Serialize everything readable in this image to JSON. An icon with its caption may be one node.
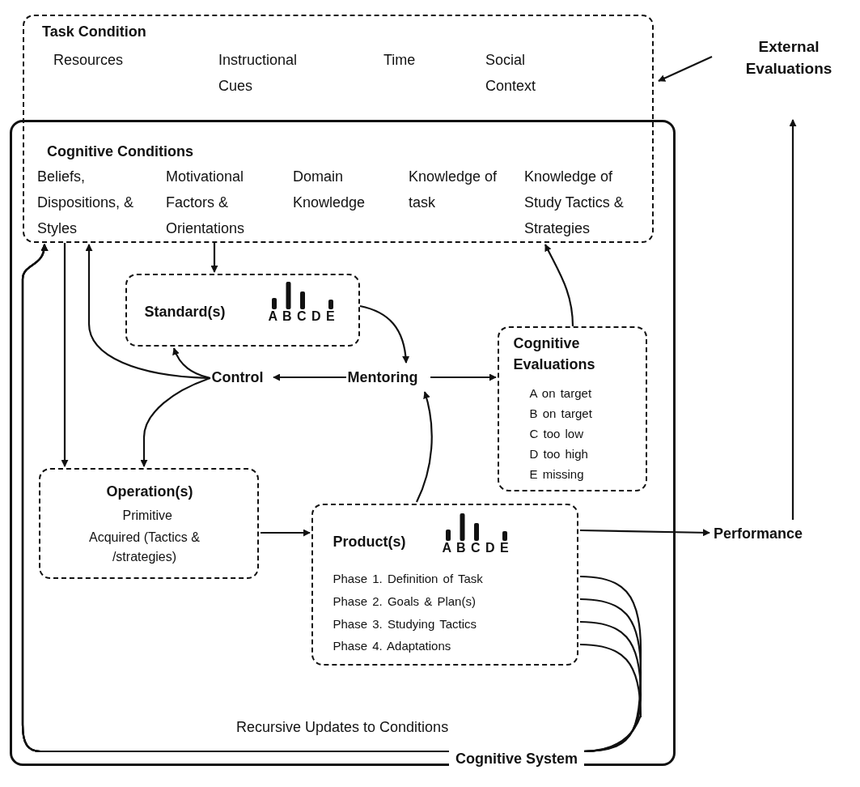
{
  "diagram": {
    "nodes": [
      {
        "text": [
          "Task Condition",
          "Resources",
          "Instructional Cues",
          "Time",
          "Social Context"
        ]
      },
      {
        "text": [
          "External Evaluations"
        ]
      },
      {
        "text": [
          "Cognitive System"
        ]
      },
      {
        "text": [
          "Cognitive Conditions",
          "Beliefs, Dispositions, & Styles",
          "Motivational Factors & Orientations",
          "Domain Knowledge",
          "Knowledge of task",
          "Knowledge of Study Tactics & Strategies"
        ]
      },
      {
        "text": [
          "Standard(s)",
          "A B C D E"
        ],
        "in": 2
      },
      {
        "text": [
          "Control"
        ],
        "in": 2
      },
      {
        "text": [
          "Mentoring"
        ],
        "in": 2
      },
      {
        "text": [
          "Cognitive Evaluations",
          "A on target",
          "B on target",
          "C too low",
          "D too high",
          "E missing"
        ],
        "in": 2
      },
      {
        "text": [
          "Operation(s)",
          "Primitive",
          "Acquired (Tactics & /strategies)"
        ],
        "in": 2
      },
      {
        "text": [
          "Product(s)",
          "A B C D E",
          "Phase 1. Definition of Task",
          "Phase 2. Goals & Plan(s)",
          "Phase 3. Studying Tactics",
          "Phase 4. Adaptations"
        ],
        "in": 2
      },
      {
        "text": [
          "Performance"
        ]
      }
    ],
    "edges": [
      {
        "from": 1,
        "to": 0,
        "arrow": "to"
      },
      {
        "from": 10,
        "to": 1,
        "arrow": "to"
      },
      {
        "from": 3,
        "to": 4,
        "arrow": "to"
      },
      {
        "from": 4,
        "to": 6,
        "arrow": "to"
      },
      {
        "from": 6,
        "to": 5,
        "arrow": "to"
      },
      {
        "from": 6,
        "to": 7,
        "arrow": "to"
      },
      {
        "from": 7,
        "to": 3,
        "arrow": "to"
      },
      {
        "from": 5,
        "to": 4,
        "arrow": "to"
      },
      {
        "from": 5,
        "to": 3,
        "arrow": "to"
      },
      {
        "from": 5,
        "to": 8,
        "arrow": "to"
      },
      {
        "from": 3,
        "to": 8,
        "arrow": "to"
      },
      {
        "from": 8,
        "to": 9,
        "arrow": "to"
      },
      {
        "from": 9,
        "to": 6,
        "arrow": "to"
      },
      {
        "from": 9,
        "to": 10,
        "arrow": "to"
      },
      {
        "from": 9,
        "to": 3,
        "arrow": "to"
      },
      {
        "from": 9,
        "to": 3,
        "arrow": "to"
      },
      {
        "from": 9,
        "to": 3,
        "arrow": "to"
      },
      {
        "from": 9,
        "to": 3,
        "arrow": "to"
      }
    ],
    "labels": [
      "Recursive Updates to Conditions"
    ]
  }
}
